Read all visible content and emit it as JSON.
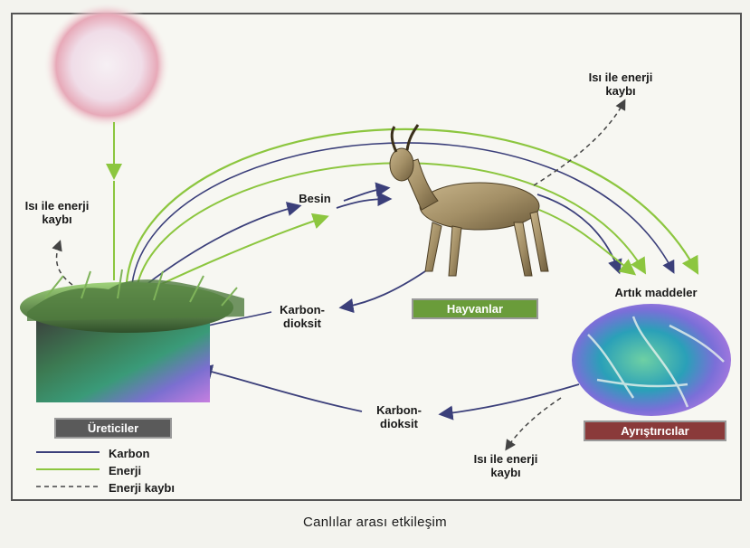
{
  "labels": {
    "heat_loss_top_right": "Isı ile enerji\nkaybı",
    "heat_loss_left": "Isı ile enerji\nkaybı",
    "heat_loss_bottom": "Isı ile enerji\nkaybı",
    "food": "Besin",
    "co2_top": "Karbon-\ndioksit",
    "co2_bottom": "Karbon-\ndioksit",
    "waste": "Artık maddeler"
  },
  "badges": {
    "animals": "Hayvanlar",
    "producers": "Üreticiler",
    "decomposers": "Ayrıştırıcılar"
  },
  "legend": [
    {
      "label": "Karbon",
      "style": "solid",
      "color": "#333333"
    },
    {
      "label": "Enerji",
      "style": "solid",
      "color": "#7fbf5a"
    },
    {
      "label": "Enerji kaybı",
      "style": "dashed",
      "color": "#333333"
    }
  ],
  "caption": "Canlılar arası etkileşim",
  "colors": {
    "carbon": "#3b3f7a",
    "energy": "#8cc63f",
    "animals_badge": "#6a9c3a",
    "producers_badge": "#5a5a5a",
    "decomposers_badge": "#8a3a3a"
  }
}
